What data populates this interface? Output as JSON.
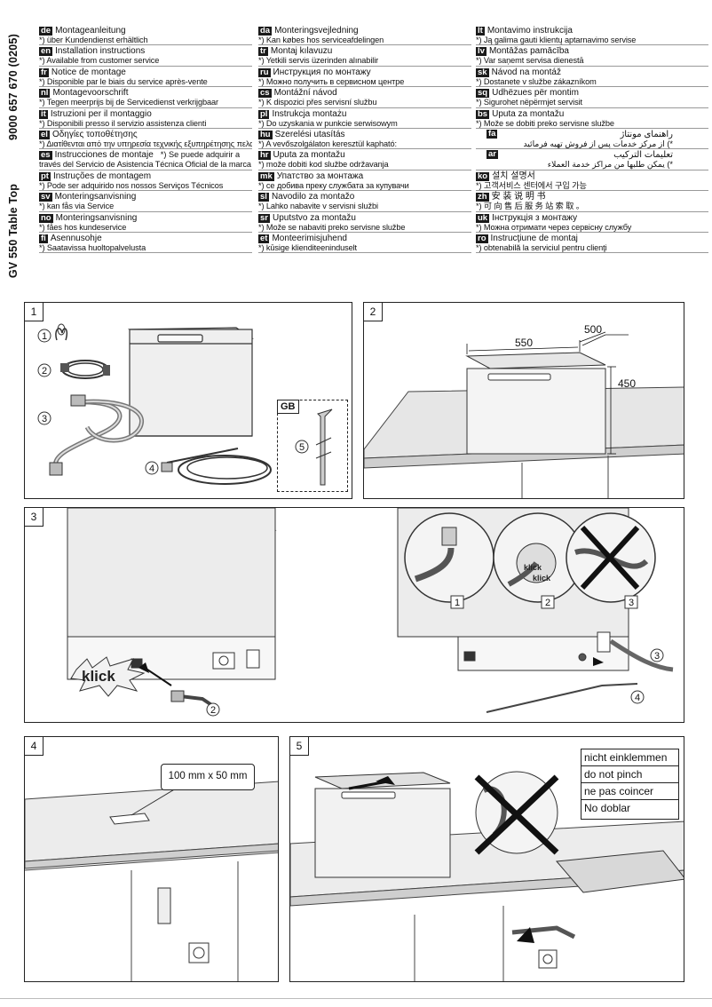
{
  "spine": {
    "doc_number": "9000 657 670 (0205)",
    "model": "GV 550 Table Top"
  },
  "languages": {
    "col1": [
      {
        "code": "de",
        "title": "Montageanleitung",
        "note": "*) über Kundendienst erhältlich"
      },
      {
        "code": "en",
        "title": "Installation instructions",
        "note": "*) Available from customer service"
      },
      {
        "code": "fr",
        "title": "Notice de montage",
        "note": "*) Disponible par le biais du service après-vente"
      },
      {
        "code": "nl",
        "title": "Montagevoorschrift",
        "note": "*) Tegen meerprijs bij de Servicedienst verkrijgbaar"
      },
      {
        "code": "it",
        "title": "Istruzioni per il montaggio",
        "note": "*) Disponibili presso il servizio assistenza clienti"
      },
      {
        "code": "el",
        "title": "Οδηγίες τοποθέτησης",
        "note": "*) Διατίθενται από την υπηρεσία τεχνικής εξυπηρέτησης πελατών"
      },
      {
        "code": "es",
        "title": "Instrucciones de montaje",
        "title_note": "*) Se puede adquirir a",
        "note": "través del Servicio de Asistencia Técnica Oficial de la marca"
      },
      {
        "code": "pt",
        "title": "Instruções de montagem",
        "note": "*) Pode ser adquirido nos nossos Serviços Técnicos"
      },
      {
        "code": "sv",
        "title": "Monteringsanvisning",
        "note": "*) kan fås via Service"
      },
      {
        "code": "no",
        "title": "Monteringsanvisning",
        "note": "*) fåes hos kundeservice"
      },
      {
        "code": "fi",
        "title": "Asennusohje",
        "note": "*) Saatavissa huoltopalvelusta"
      }
    ],
    "col2": [
      {
        "code": "da",
        "title": "Monteringsvejledning",
        "note": "*) Kan købes hos serviceafdelingen"
      },
      {
        "code": "tr",
        "title": "Montaj kılavuzu",
        "note": "*) Yetkili servis üzerinden alınabilir"
      },
      {
        "code": "ru",
        "title": "Инструкция по монтажу",
        "note": "*) Можно получить в сервисном центре"
      },
      {
        "code": "cs",
        "title": "Montážní návod",
        "note": "*) K dispozici přes servisní službu"
      },
      {
        "code": "pl",
        "title": "Instrukcja montażu",
        "note": "*) Do uzyskania w punkcie serwisowym"
      },
      {
        "code": "hu",
        "title": "Szerelési utasítás",
        "note": "*) A vevőszolgálaton keresztül kapható:"
      },
      {
        "code": "hr",
        "title": "Uputa za montažu",
        "note": "*) može dobiti kod službe održavanja"
      },
      {
        "code": "mk",
        "title": "Упатство за монтажа",
        "note": "*) се добива преку службата за купувачи"
      },
      {
        "code": "sl",
        "title": "Navodilo za montažo",
        "note": "*) Lahko nabavite v servisni službi"
      },
      {
        "code": "sr",
        "title": "Uputstvo za montažu",
        "note": "*) Može se nabaviti preko servisne službe"
      },
      {
        "code": "et",
        "title": "Monteerimisjuhend",
        "note": "*) kūsige klienditeeninduselt"
      }
    ],
    "col3": [
      {
        "code": "lt",
        "title": "Montavimo instrukcija",
        "note": "*) Ją galima gauti klientų aptarnavimo servise"
      },
      {
        "code": "lv",
        "title": "Montāžas pamācība",
        "note": "*) Var saņemt servisa dienestā"
      },
      {
        "code": "sk",
        "title": "Návod na montáž",
        "note": "*) Dostanete v službe zákazníkom"
      },
      {
        "code": "sq",
        "title": "Udhëzues për montim",
        "note": "*) Sigurohet nëpërmjet servisit"
      },
      {
        "code": "bs",
        "title": "Uputa za montažu",
        "note": "*) Može se dobiti preko servisne službe"
      },
      {
        "code": "fa",
        "title": "راهنمای مونتاژ",
        "note": "*) از مرکز خدمات پس از فروش تهیه فرمائید",
        "rtl": true
      },
      {
        "code": "ar",
        "title": "تعليمات التركيب",
        "note": "*) يمكن طلبها من مراكز خدمة العملاء",
        "rtl": true
      },
      {
        "code": "ko",
        "title": "설치 설명서",
        "note": "*) 고객서비스 센터에서 구입 가능"
      },
      {
        "code": "zh",
        "title": "安 装 说 明 书",
        "note": "*) 可 向 售 后 服 务 站 索 取 。"
      },
      {
        "code": "uk",
        "title": "Інструкція з монтажу",
        "note": "*) Можна отримати через сервісну службу"
      },
      {
        "code": "ro",
        "title": "Instrucţiune de montaj",
        "note": "*) obtenabilă la serviciul pentru clienţi"
      }
    ]
  },
  "panels": {
    "p1": {
      "number": "1",
      "gb_label": "GB",
      "items": [
        "1",
        "2",
        "3",
        "4",
        "5"
      ]
    },
    "p2": {
      "number": "2",
      "dim_width": "550",
      "dim_depth": "500",
      "dim_height": "450"
    },
    "p3": {
      "number": "3",
      "klick": "klick",
      "klick_small_1": "klick",
      "klick_small_2": "klick",
      "callouts": [
        "1",
        "2",
        "3"
      ],
      "arrows": [
        "2",
        "3",
        "4"
      ]
    },
    "p4": {
      "number": "4",
      "cutout_size": "100 mm x 50 mm"
    },
    "p5": {
      "number": "5",
      "warnings": [
        "nicht einklemmen",
        "do not pinch",
        "ne pas coincer",
        "No doblar"
      ]
    }
  }
}
